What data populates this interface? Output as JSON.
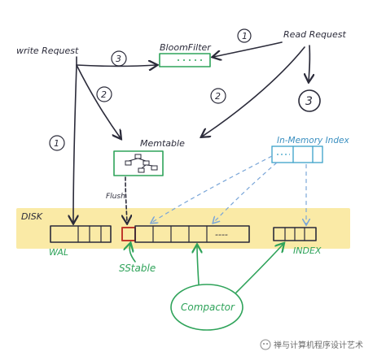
{
  "nodes": {
    "write_request": "write Request",
    "read_request": "Read Request",
    "bloom_filter": "BloomFilter",
    "memtable": "Memtable",
    "in_memory_index": "In-Memory Index",
    "disk": "DISK",
    "wal": "WAL",
    "sstable": "SStable",
    "index": "INDEX",
    "compactor": "Compactor",
    "flush": "Flush"
  },
  "step_labels": {
    "read_1": "1",
    "read_2": "2",
    "read_3": "3",
    "write_1": "1",
    "write_2": "2",
    "write_3": "3"
  },
  "sstable_tail": "----",
  "watermark": "禅与计算机程序设计艺术",
  "colors": {
    "ink": "#2b2b3a",
    "green": "#2fa35a",
    "blue": "#3aa0c8",
    "red": "#c0392b",
    "disk_band": "#faeaa6"
  }
}
